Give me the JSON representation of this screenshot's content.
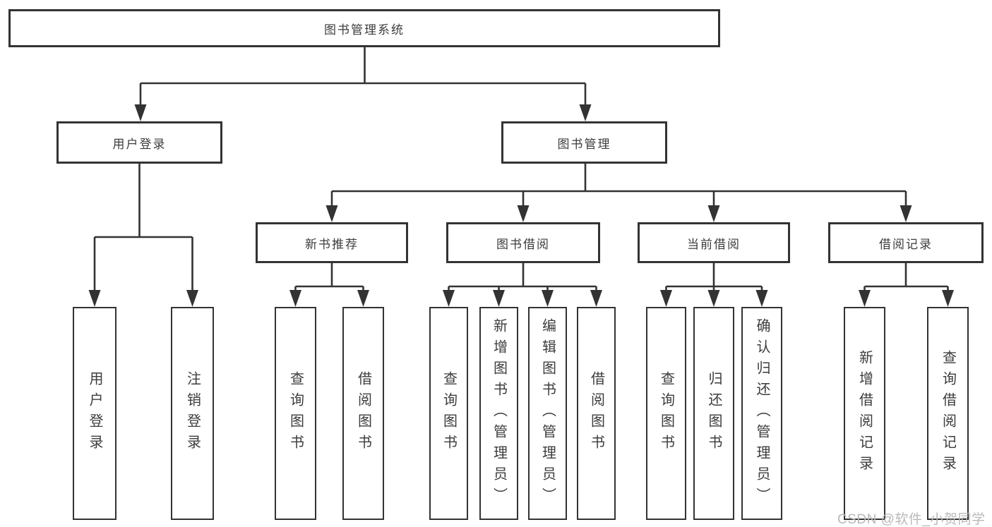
{
  "tree": {
    "label": "图书管理系统",
    "children": [
      {
        "label": "用户登录",
        "children": [
          {
            "label": "用户登录"
          },
          {
            "label": "注销登录"
          }
        ]
      },
      {
        "label": "图书管理",
        "children": [
          {
            "label": "新书推荐",
            "children": [
              {
                "label": "查询图书"
              },
              {
                "label": "借阅图书"
              }
            ]
          },
          {
            "label": "图书借阅",
            "children": [
              {
                "label": "查询图书"
              },
              {
                "label": "新增图书（管理员）"
              },
              {
                "label": "编辑图书（管理员）"
              },
              {
                "label": "借阅图书"
              }
            ]
          },
          {
            "label": "当前借阅",
            "children": [
              {
                "label": "查询图书"
              },
              {
                "label": "归还图书"
              },
              {
                "label": "确认归还（管理员）"
              }
            ]
          },
          {
            "label": "借阅记录",
            "children": [
              {
                "label": "新增借阅记录"
              },
              {
                "label": "查询借阅记录"
              }
            ]
          }
        ]
      }
    ]
  },
  "watermark": {
    "text": "CSDN @软件_小贺同学"
  },
  "colors": {
    "line": "#333333",
    "text": "#3c3c3c",
    "watermark": "#b9b9b9",
    "background": "#ffffff"
  }
}
